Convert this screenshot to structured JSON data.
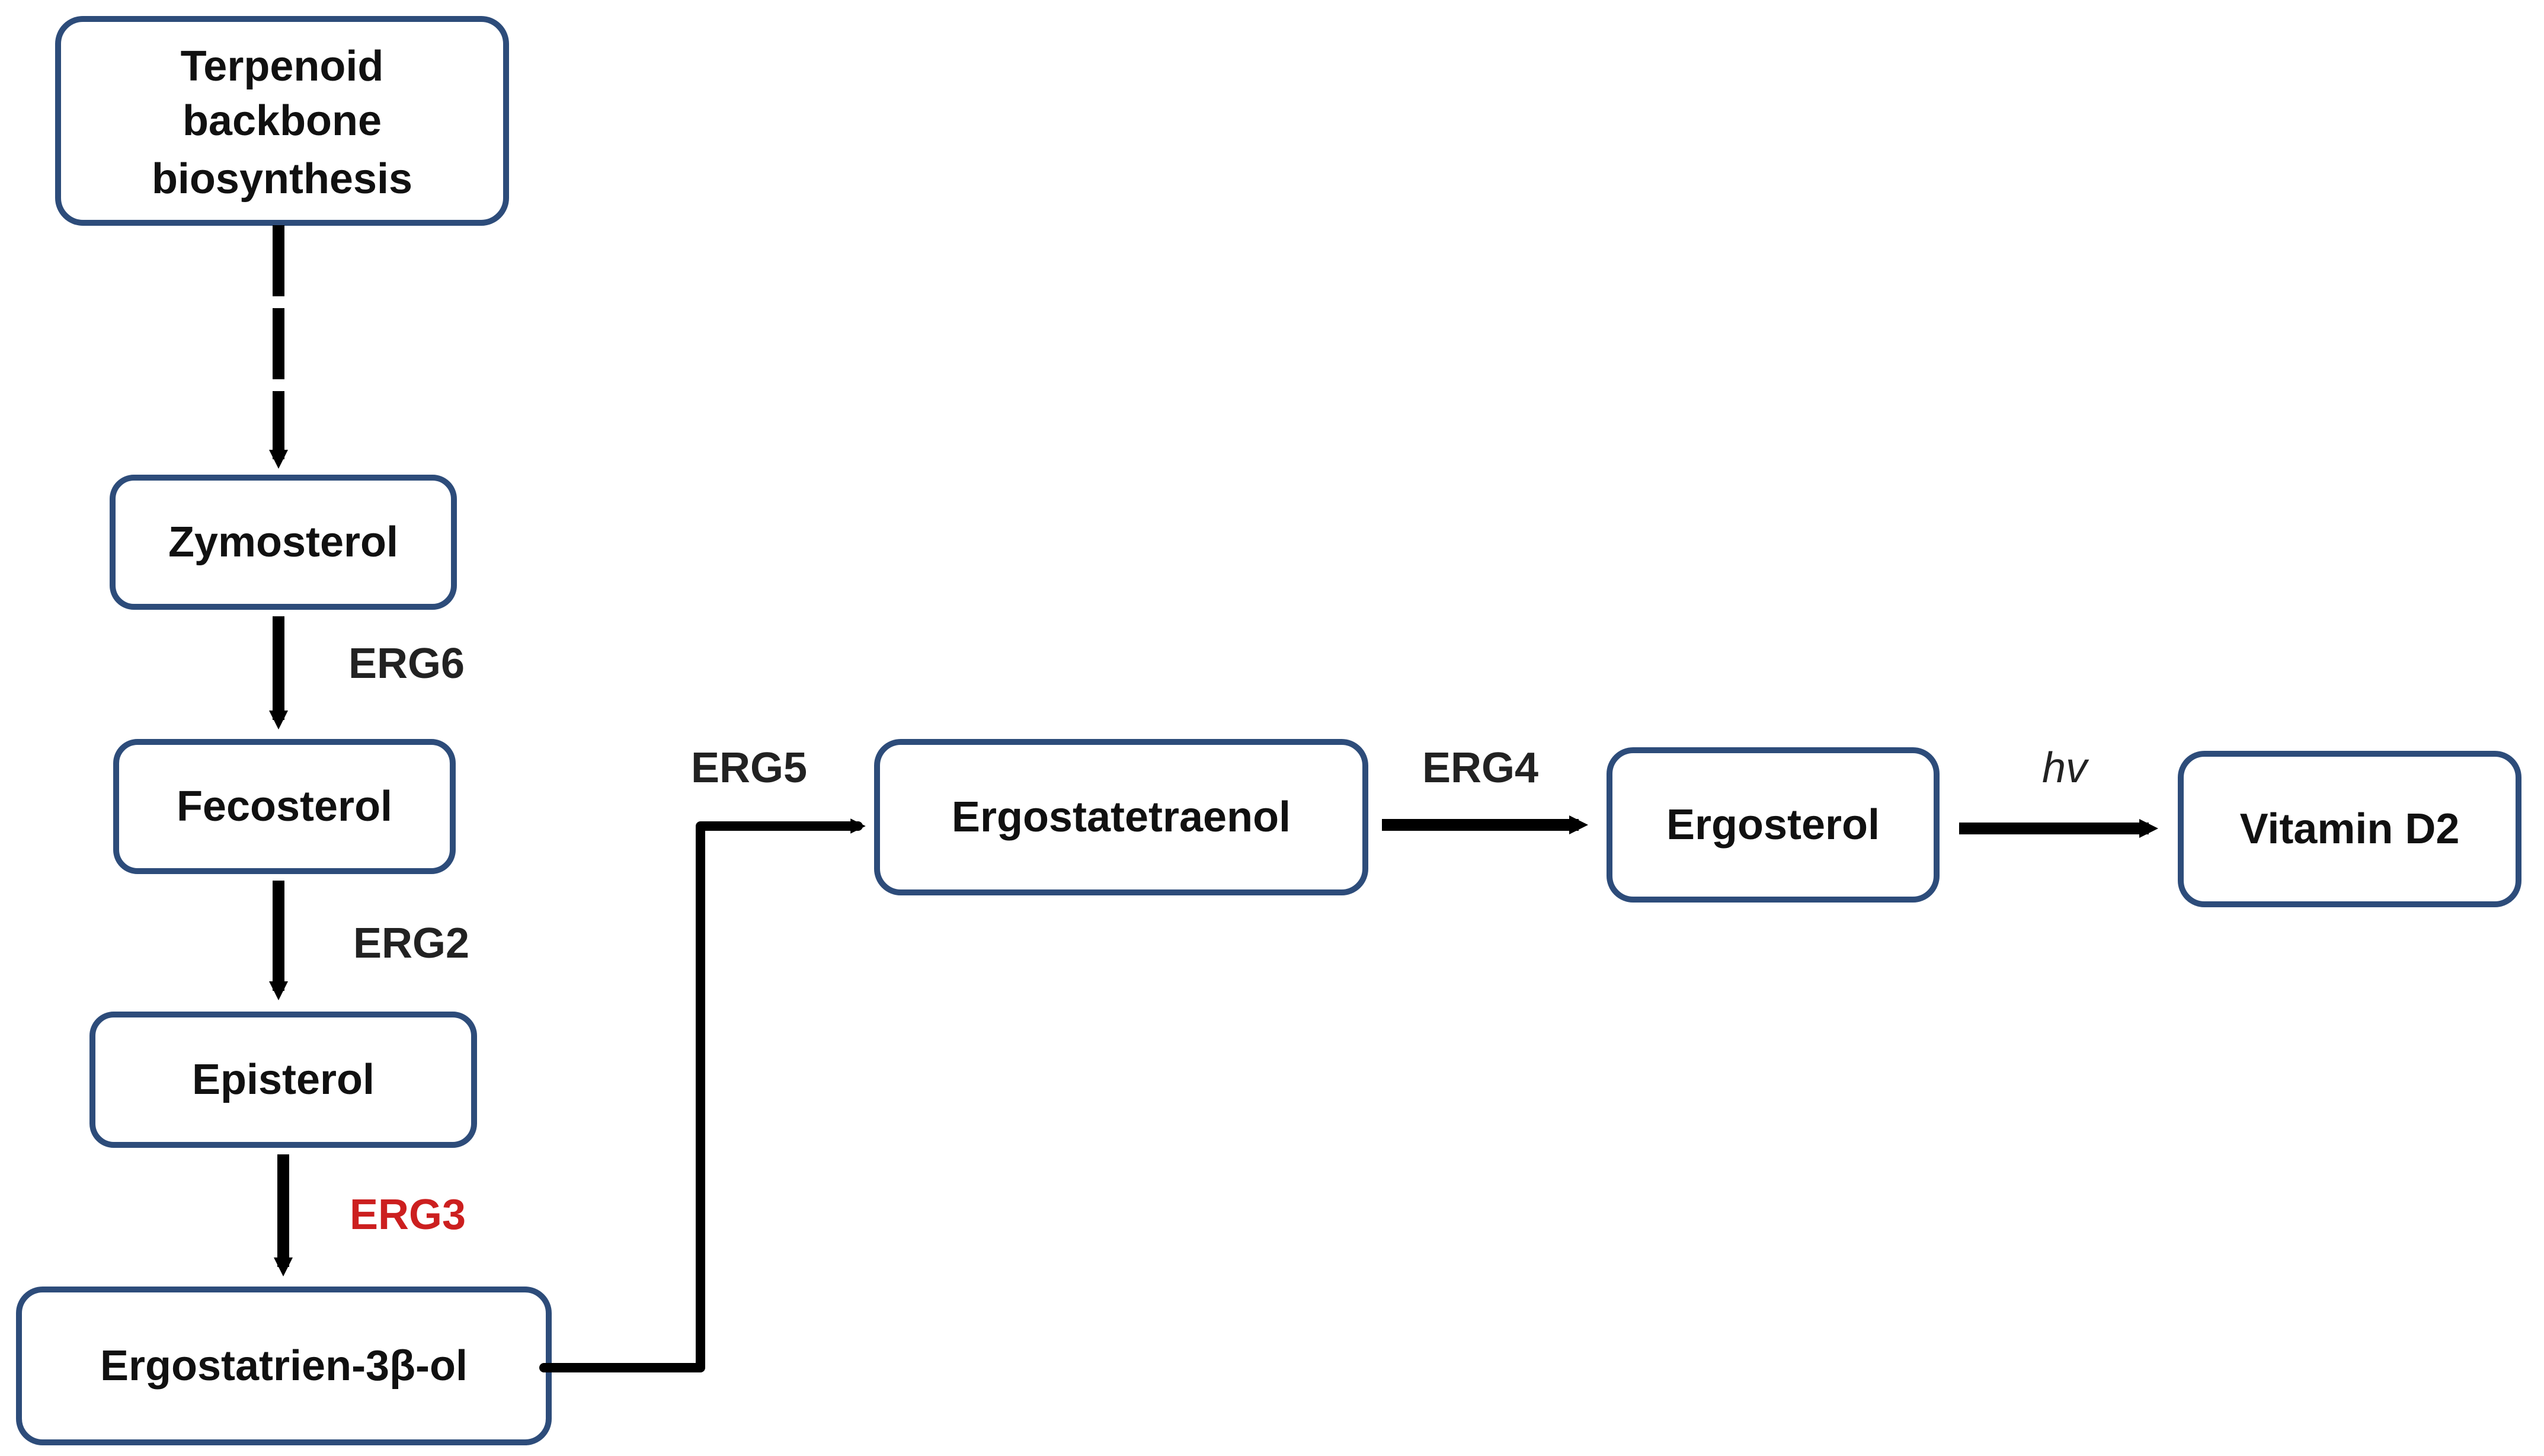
{
  "nodes": {
    "terpenoid": [
      "Terpenoid",
      "backbone",
      "biosynthesis"
    ],
    "zymosterol": "Zymosterol",
    "fecosterol": "Fecosterol",
    "episterol": "Episterol",
    "ergostatrienol": "Ergostatrien-3β-ol",
    "ergostatetraenol": "Ergostatetraenol",
    "ergosterol": "Ergosterol",
    "vitamin_d2": "Vitamin D2"
  },
  "enzymes": {
    "erg6": "ERG6",
    "erg2": "ERG2",
    "erg3": "ERG3",
    "erg5": "ERG5",
    "erg4": "ERG4"
  },
  "light_label": "hv",
  "colors": {
    "box_border": "#2d4c7a",
    "arrow": "#000000",
    "highlight": "#cc1f1f"
  }
}
